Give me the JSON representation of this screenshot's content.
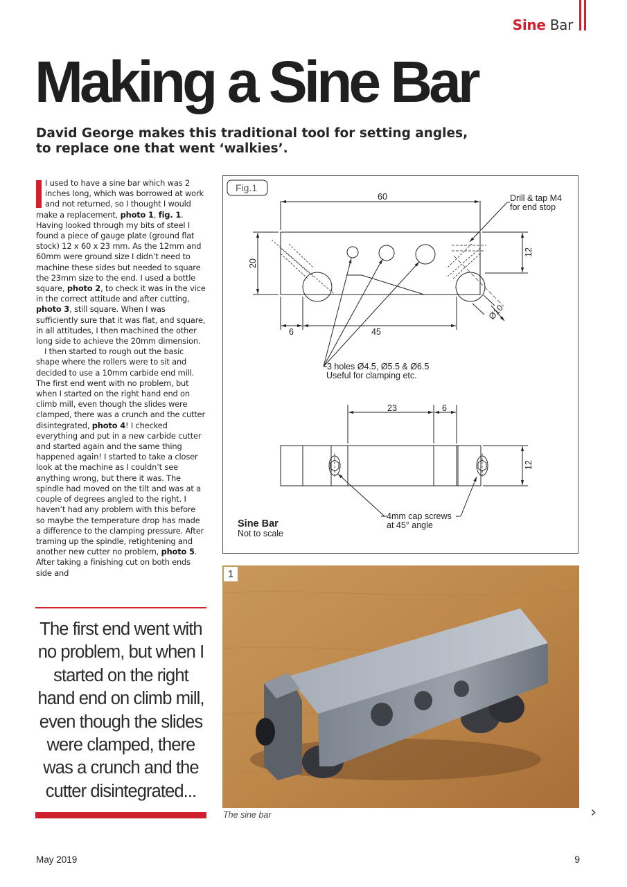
{
  "header": {
    "section_strong": "Sine",
    "section_light": "Bar"
  },
  "title": "Making a Sine Bar",
  "standfirst": "David George makes this traditional tool for setting angles, to replace one that went ‘walkies’.",
  "body": {
    "p1_a": "I used to have a sine bar which was 2 inches long, which was borrowed at work and not returned, so I thought I would make a replacement, ",
    "p1_photo1": "photo 1",
    "p1_comma": ", ",
    "p1_fig1": "fig. 1",
    "p1_b": ". Having looked through my bits of steel I found a piece of gauge plate (ground flat stock) 12 x 60 x 23 mm. As the 12mm and 60mm were ground size I didn’t need to machine these sides but needed to square the 23mm size to the end. I used a bottle square, ",
    "p1_photo2": "photo 2",
    "p1_c": ", to check it was in the vice in the correct attitude and after cutting, ",
    "p1_photo3": "photo 3",
    "p1_d": ", still square. When I was sufficiently sure that it was flat, and square, in all attitudes, I then machined the other long side to achieve the 20mm dimension.",
    "p2_a": "I then started to rough out the basic shape where the rollers were to sit and decided to use a 10mm carbide end mill. The first end went with no problem, but when I started on the right hand end on climb mill, even though the slides were clamped, there was a crunch and the cutter disintegrated, ",
    "p2_photo4": "photo 4",
    "p2_b": "! I checked everything and put in a new carbide cutter and started again and the same thing happened again! I started to take a closer look at the machine as I couldn’t see anything wrong, but there it was. The spindle had moved on the tilt and was at a couple of degrees angled to the right. I haven’t had any problem with this before so maybe the temperature drop has made a difference to the clamping pressure. After traming up the spindle, retightening and another new cutter no problem, ",
    "p2_photo5": "photo 5",
    "p2_c": ". After taking a finishing cut on both ends side and"
  },
  "pull_quote": "The first end went with no problem, but when I started on the right hand end on climb mill, even though the slides were clamped, there was a crunch and the cutter disintegrated...",
  "figure": {
    "label": "Fig.1",
    "dim_60": "60",
    "drill_note_1": "Drill & tap M4",
    "drill_note_2": "for end stop",
    "dim_20": "20",
    "dim_12_top": "12",
    "dim_diameter": "Ø10",
    "dim_6_top": "6",
    "dim_45": "45",
    "holes_note_1": "3 holes Ø4.5, Ø5.5 & Ø6.5",
    "holes_note_2": "Useful for clamping etc.",
    "dim_23": "23",
    "dim_6_bottom": "6",
    "dim_12_bottom": "12",
    "screws_note_1": "4mm cap screws",
    "screws_note_2": "at 45° angle",
    "drawing_title": "Sine Bar",
    "drawing_subtitle": "Not to scale"
  },
  "photo": {
    "number": "1",
    "caption": "The sine bar"
  },
  "nav": {
    "next_arrow": "›"
  },
  "footer": {
    "date": "May 2019",
    "page": "9"
  },
  "colors": {
    "accent": "#d0202e"
  }
}
